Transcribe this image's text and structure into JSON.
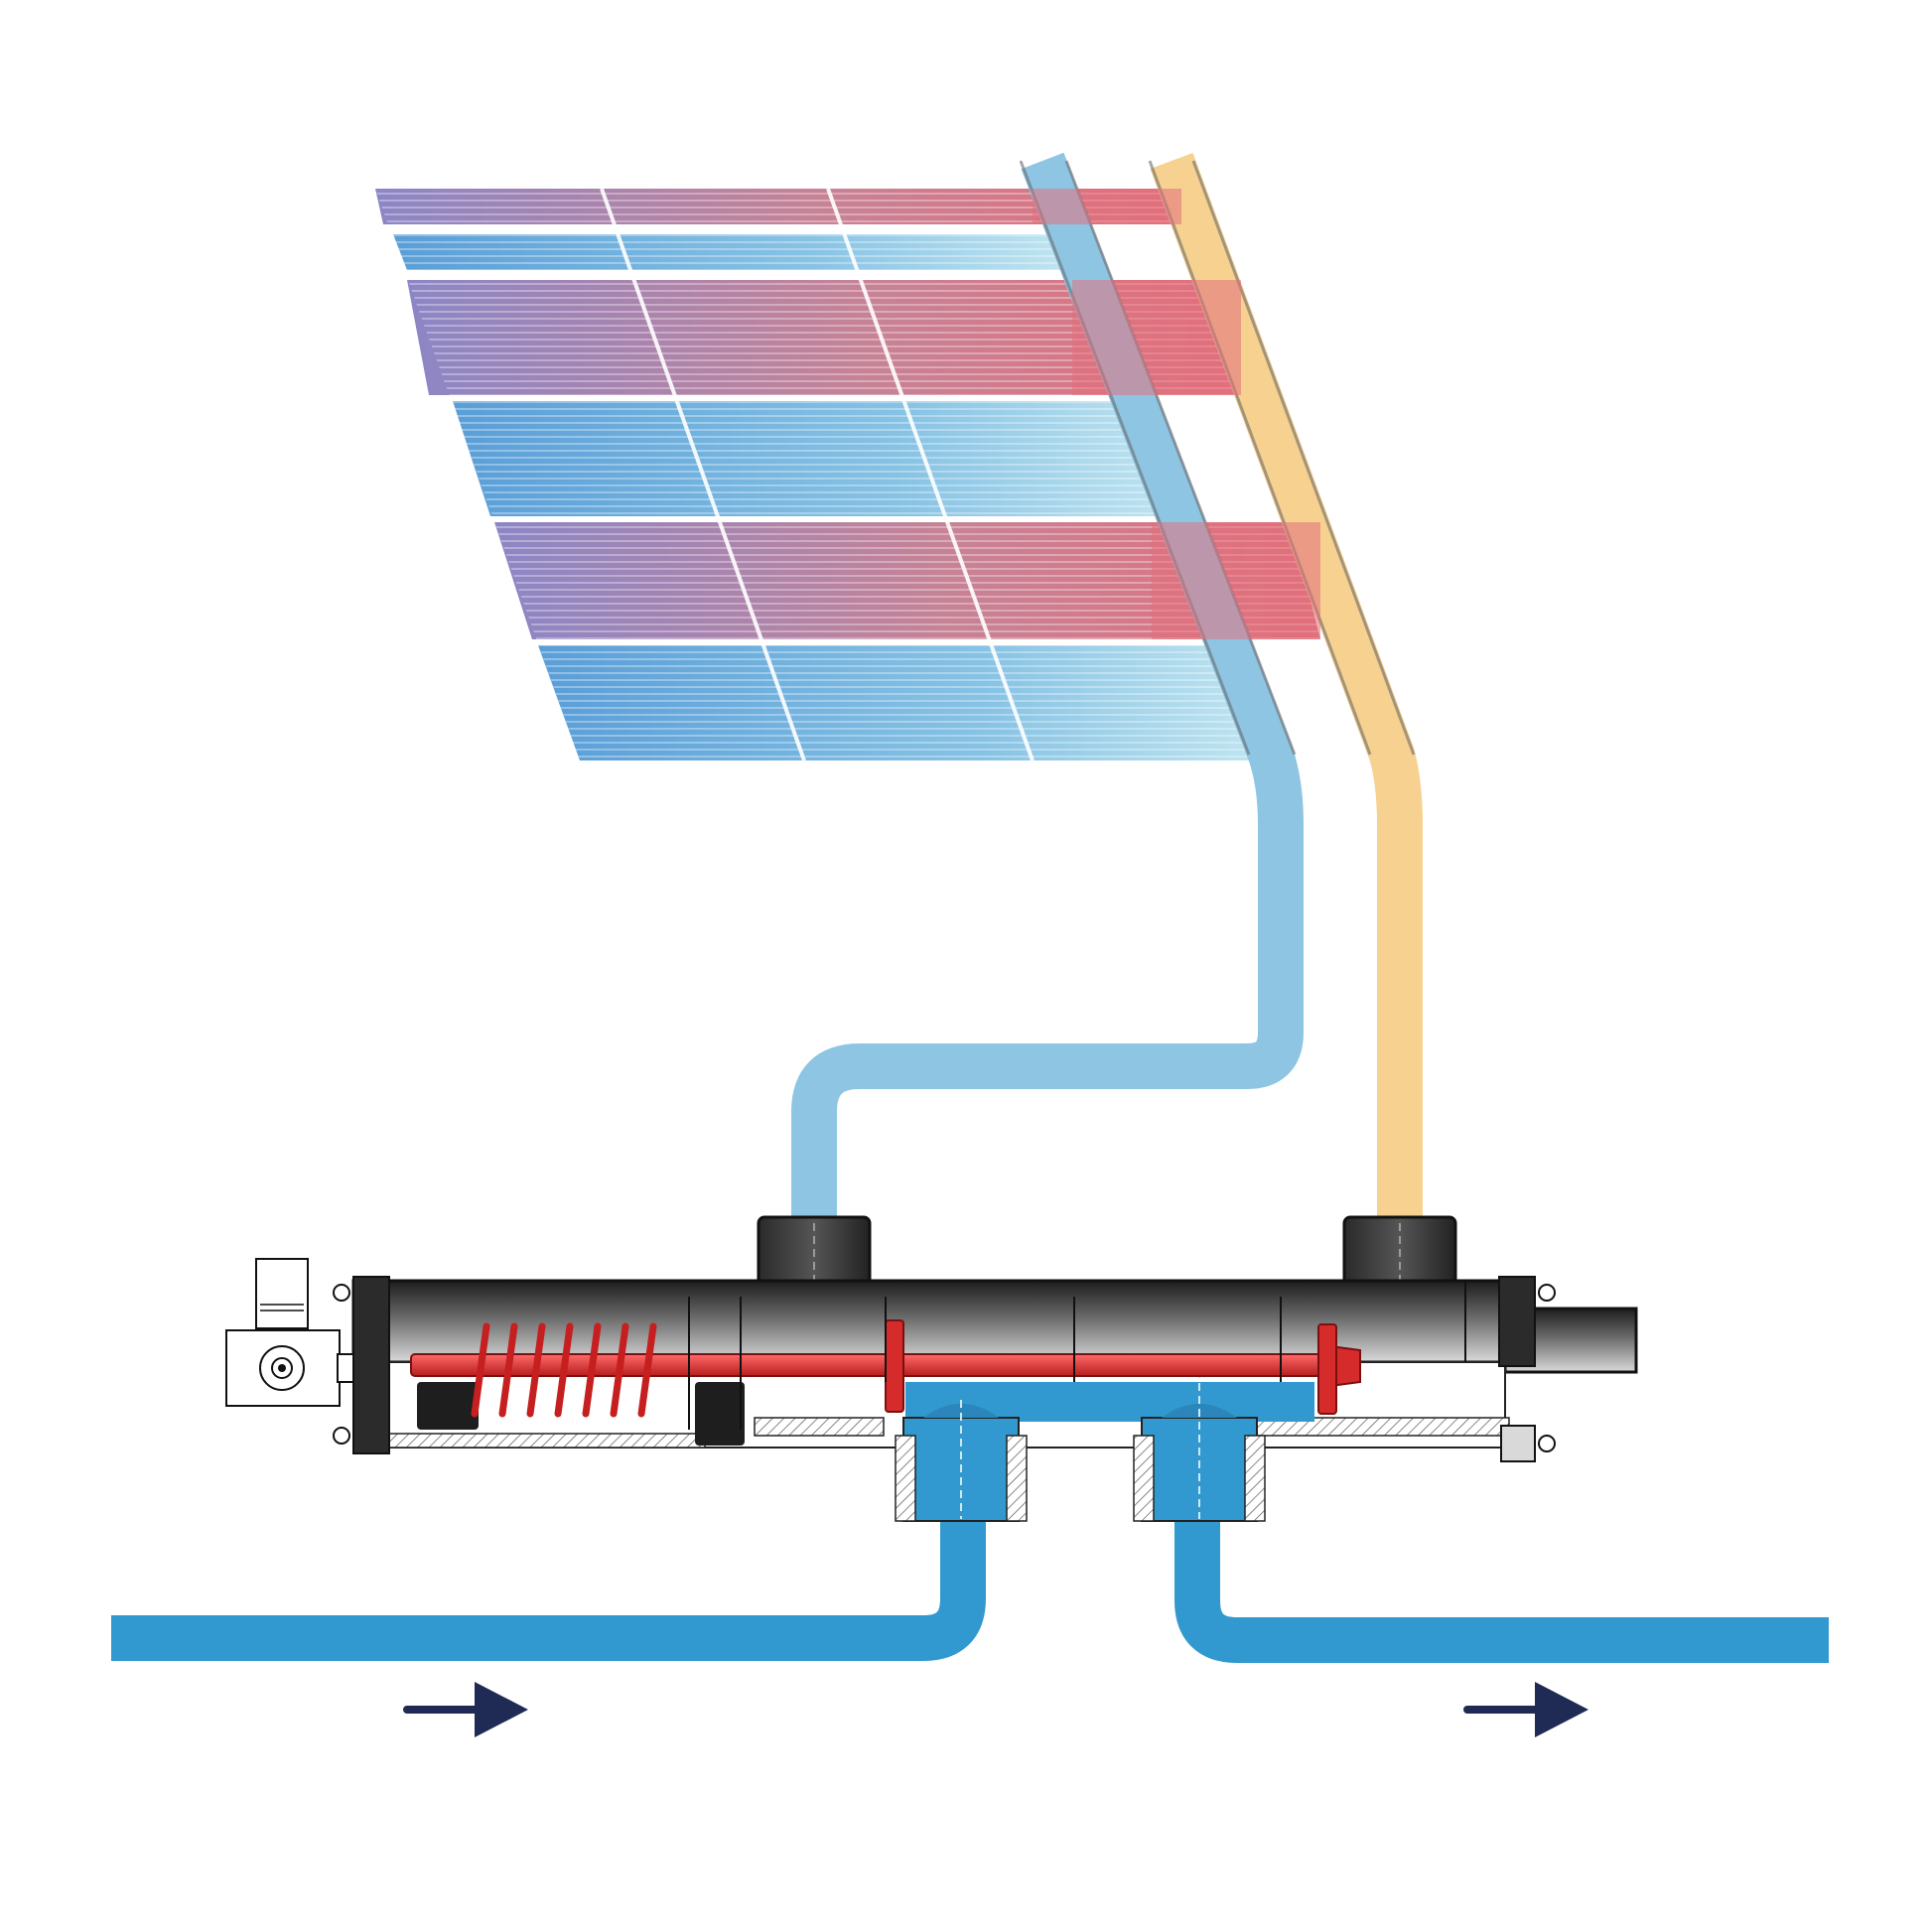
{
  "diagram": {
    "description_visible_text": "",
    "colors": {
      "background": "#ffffff",
      "cold_pipe": "#8ec5e3",
      "warm_pipe": "#f7d190",
      "main_pipe": "#3199cf",
      "valve_body": "#2b2b2b",
      "spring_red": "#d62b2b",
      "arrow": "#1f2a55",
      "panel_blue": "#5aa8dc",
      "panel_purple": "#8a88c2",
      "panel_red": "#df6f7c"
    },
    "components": [
      {
        "id": "solar-collector",
        "icon": "solar-panel-icon"
      },
      {
        "id": "collector-return-pipe",
        "icon": "pipe-icon"
      },
      {
        "id": "collector-supply-pipe",
        "icon": "pipe-icon"
      },
      {
        "id": "bypass-valve",
        "icon": "valve-cross-section-icon"
      },
      {
        "id": "main-flow-pipe",
        "icon": "pipe-icon"
      },
      {
        "id": "flow-direction-left",
        "icon": "arrow-right-icon"
      },
      {
        "id": "flow-direction-right",
        "icon": "arrow-right-icon"
      }
    ]
  }
}
